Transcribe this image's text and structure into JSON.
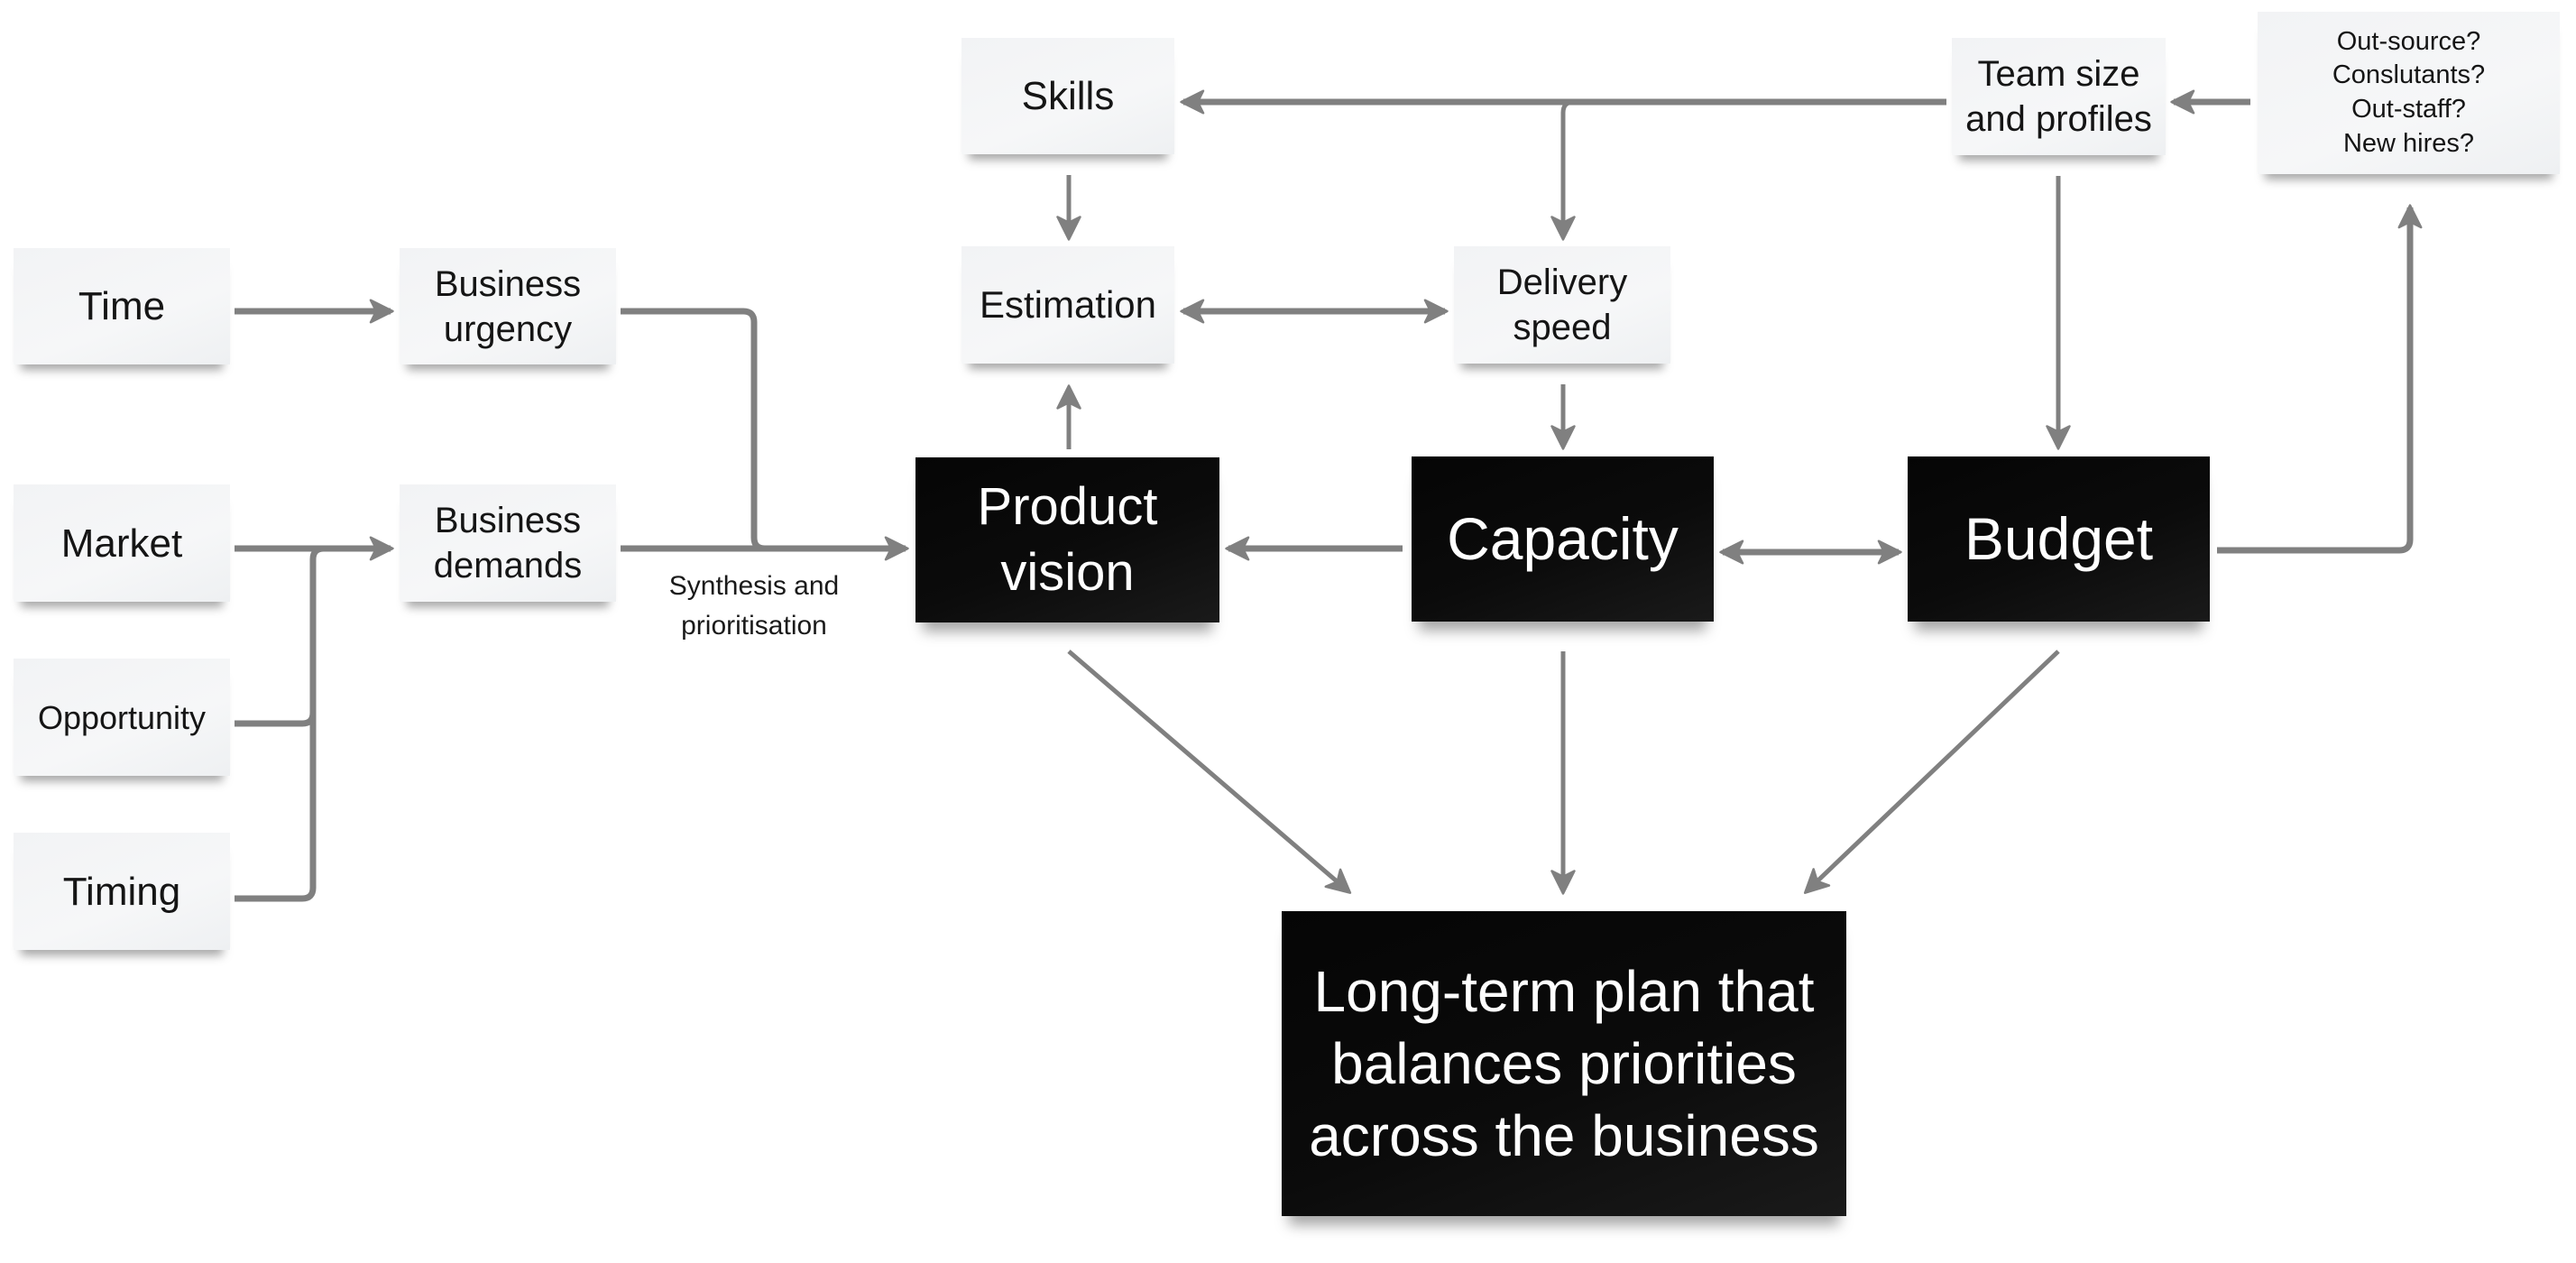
{
  "diagram": {
    "line_color": "#808080",
    "nodes": {
      "time": "Time",
      "business_urgency": "Business\nurgency",
      "market": "Market",
      "business_demands": "Business\ndemands",
      "opportunity": "Opportunity",
      "timing": "Timing",
      "skills": "Skills",
      "estimation": "Estimation",
      "delivery_speed": "Delivery\nspeed",
      "team_size": "Team size\nand profiles",
      "staffing_options": "Out-source?\nConslutants?\nOut-staff?\nNew hires?",
      "product_vision": "Product\nvision",
      "capacity": "Capacity",
      "budget": "Budget",
      "long_term_plan": "Long-term plan that\nbalances priorities\nacross the business"
    },
    "edge_labels": {
      "synthesis": "Synthesis and\nprioritisation"
    },
    "edges": [
      {
        "from": "Time",
        "to": "Business urgency"
      },
      {
        "from": "Market",
        "to": "Business demands"
      },
      {
        "from": "Opportunity",
        "to": "Business demands"
      },
      {
        "from": "Timing",
        "to": "Business demands"
      },
      {
        "from": "Business urgency",
        "to": "Product vision"
      },
      {
        "from": "Business demands",
        "to": "Product vision",
        "label": "Synthesis and prioritisation"
      },
      {
        "from": "Product vision",
        "to": "Estimation"
      },
      {
        "from": "Skills",
        "to": "Estimation"
      },
      {
        "from": "Estimation",
        "to": "Delivery speed",
        "bidirectional": true
      },
      {
        "from": "Team size and profiles",
        "to": "Skills"
      },
      {
        "from": "Team size and profiles",
        "to": "Delivery speed"
      },
      {
        "from": "Delivery speed",
        "to": "Capacity"
      },
      {
        "from": "Capacity",
        "to": "Product vision"
      },
      {
        "from": "Capacity",
        "to": "Budget",
        "bidirectional": true
      },
      {
        "from": "Team size and profiles",
        "to": "Budget"
      },
      {
        "from": "Budget",
        "to": "Out-source? Conslutants? Out-staff? New hires?"
      },
      {
        "from": "Out-source? Conslutants? Out-staff? New hires?",
        "to": "Team size and profiles"
      },
      {
        "from": "Product vision",
        "to": "Long-term plan"
      },
      {
        "from": "Capacity",
        "to": "Long-term plan"
      },
      {
        "from": "Budget",
        "to": "Long-term plan"
      }
    ]
  }
}
